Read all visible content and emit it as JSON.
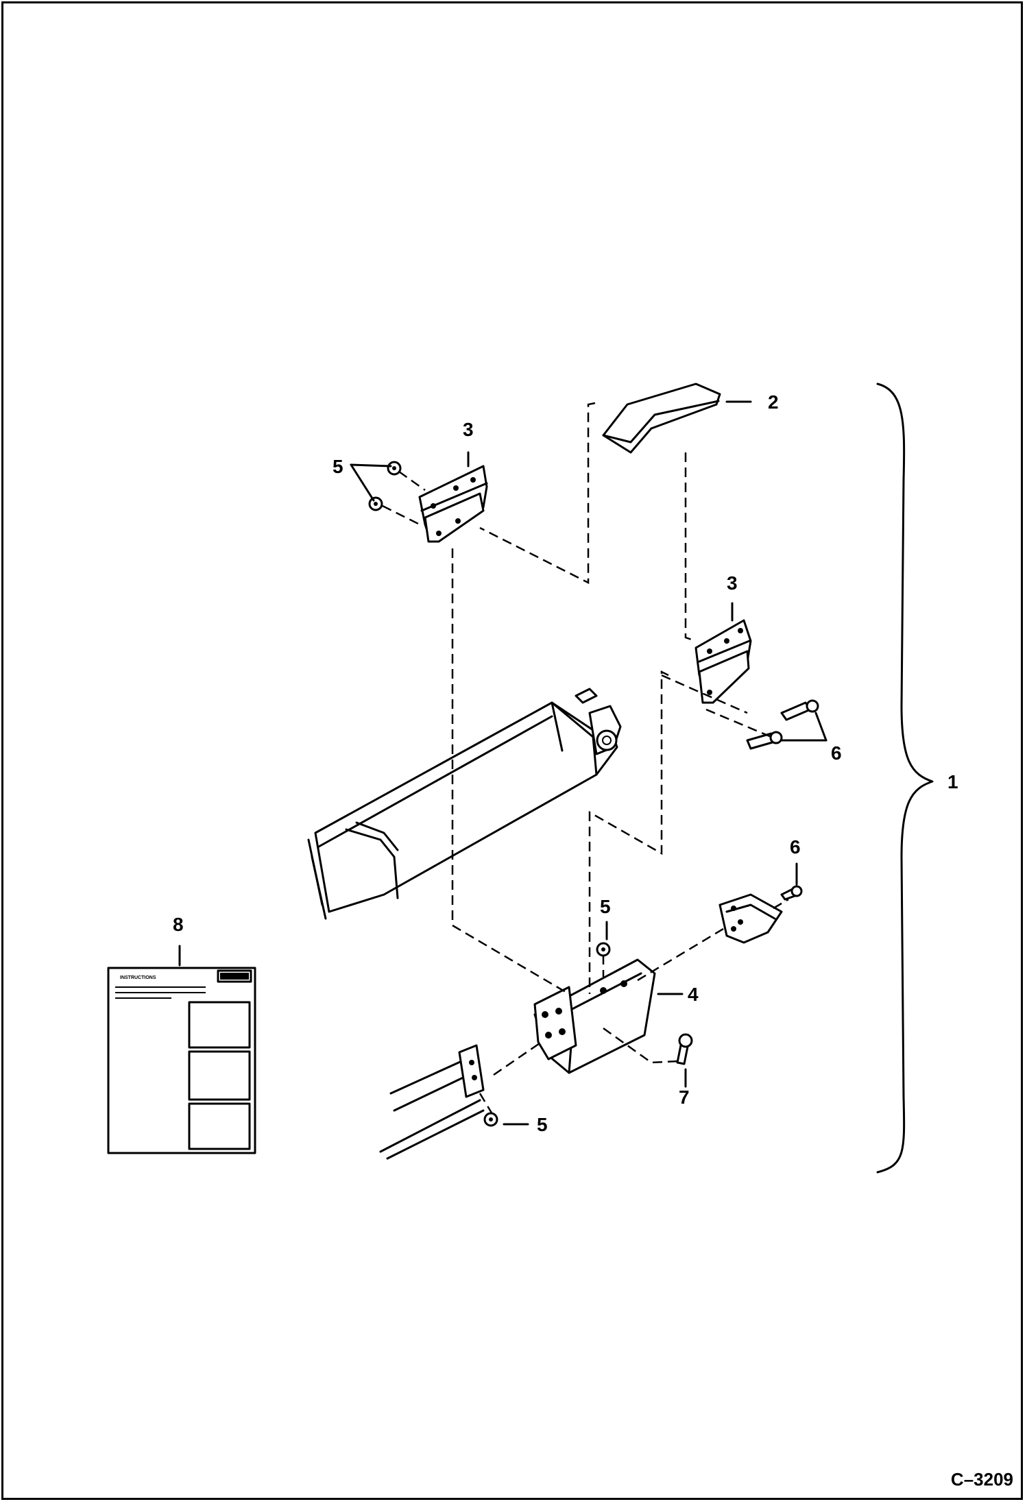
{
  "figure": {
    "id": "C–3209"
  },
  "callouts": {
    "c1": "1",
    "c2": "2",
    "c3a": "3",
    "c3b": "3",
    "c4": "4",
    "c5a": "5",
    "c5b": "5",
    "c5c": "5",
    "c6a": "6",
    "c6b": "6",
    "c7": "7",
    "c8": "8"
  },
  "decal": {
    "title": "INSTRUCTIONS"
  }
}
